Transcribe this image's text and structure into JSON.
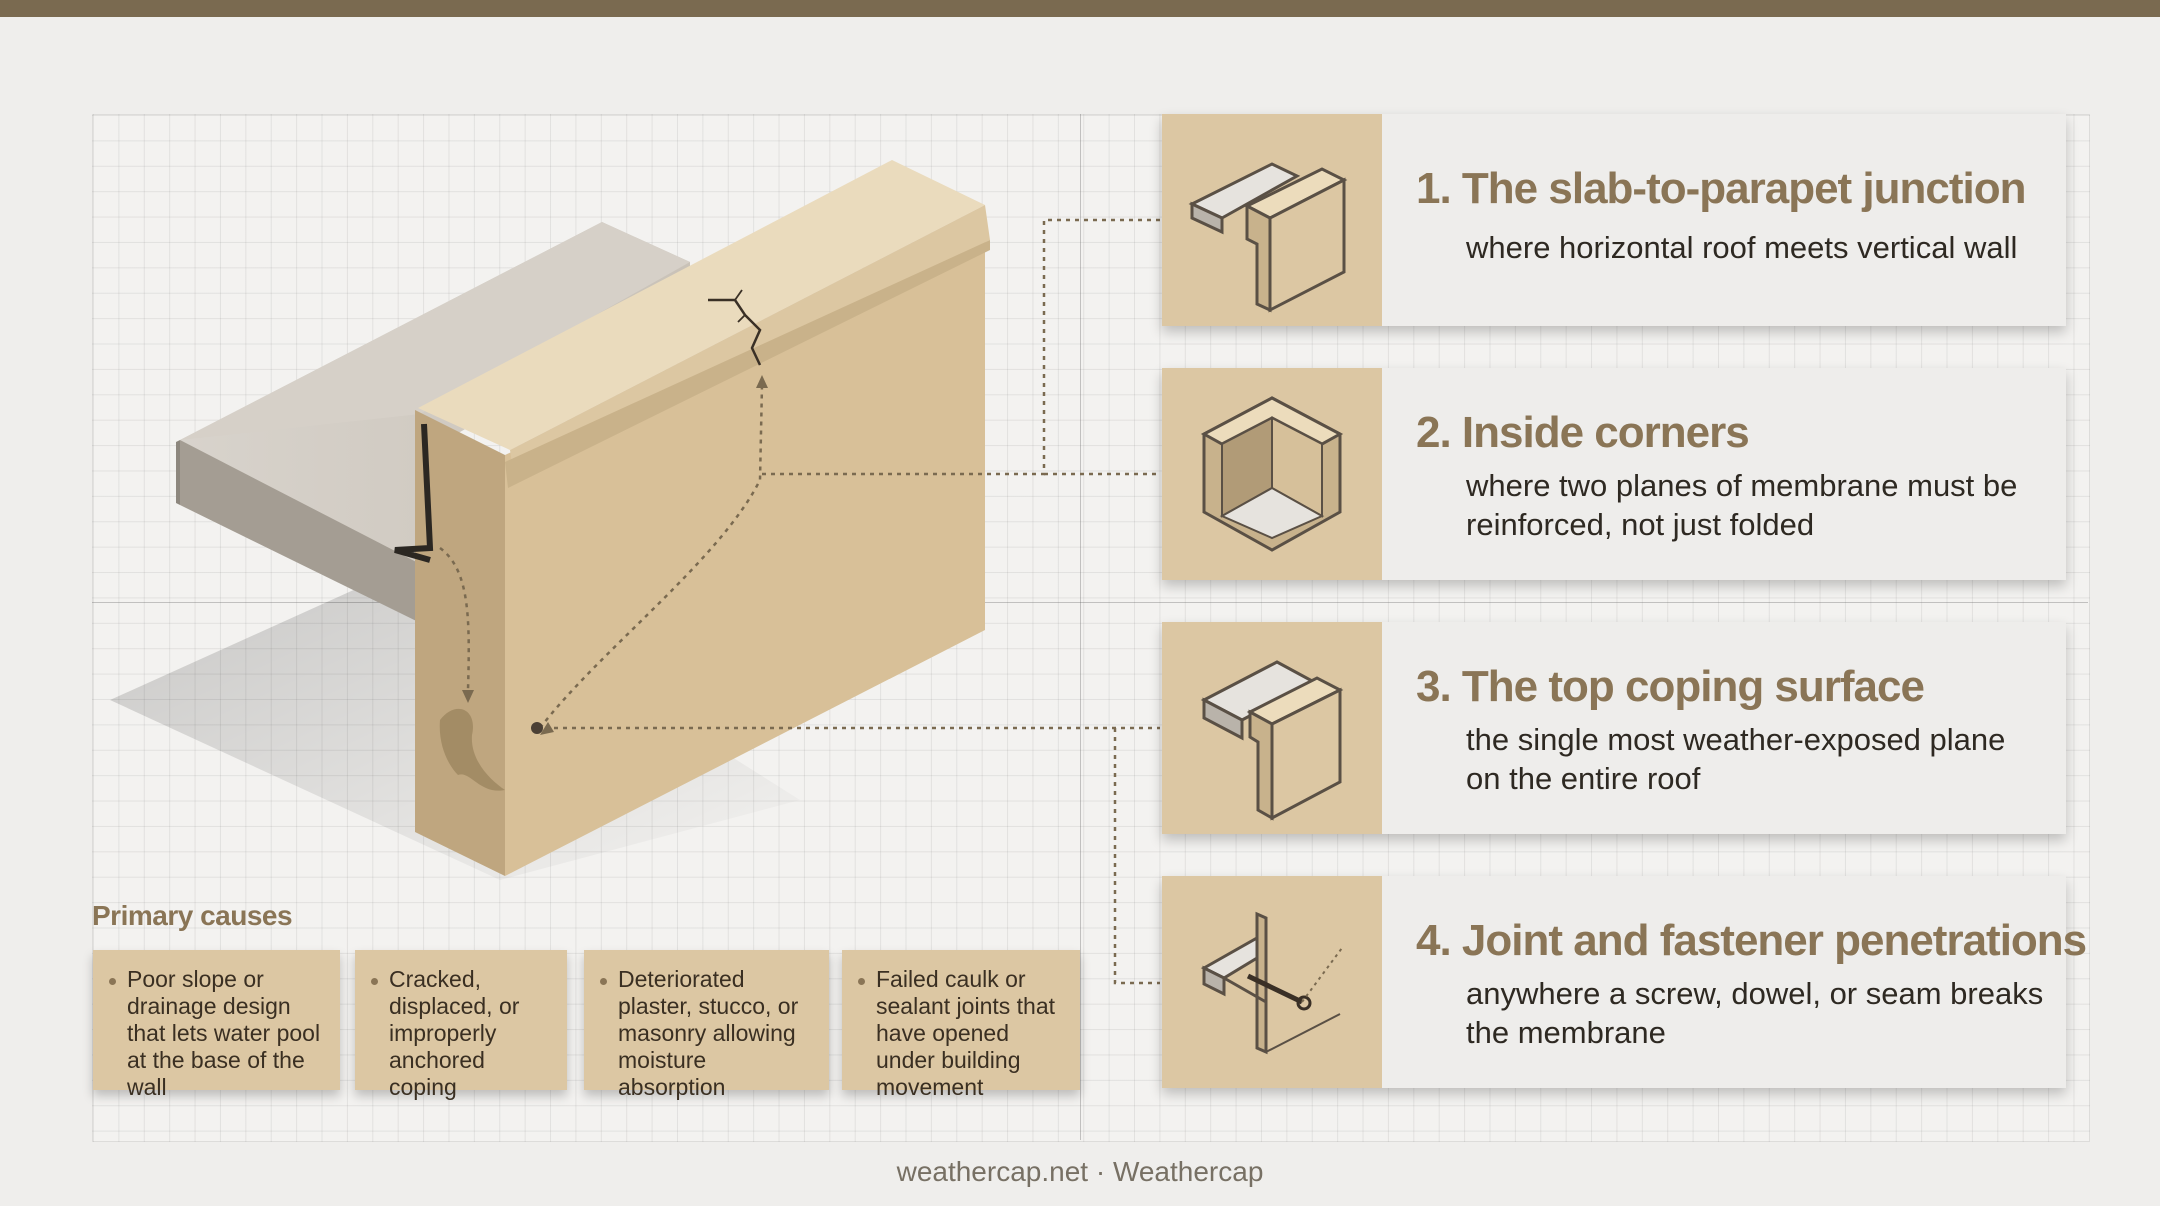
{
  "causes_title": "Primary causes",
  "causes": [
    "Poor slope or drainage design that lets water pool at the base of the wall",
    "Cracked, displaced, or improperly anchored coping",
    "Deteriorated plaster, stucco, or masonry allowing moisture absorption",
    "Failed caulk or sealant joints that have opened under building movement"
  ],
  "cards": [
    {
      "title": "1. The slab-to-parapet junction",
      "desc": "where horizontal roof meets vertical wall",
      "icon": "slab-parapet-junction-icon"
    },
    {
      "title": "2. Inside corners",
      "desc": "where two planes of membrane must be reinforced, not just folded",
      "icon": "inside-corner-icon"
    },
    {
      "title": "3. The top coping surface",
      "desc": "the single most weather-exposed plane on the entire roof",
      "icon": "coping-surface-icon"
    },
    {
      "title": "4. Joint and fastener penetrations",
      "desc": "anywhere a screw, dowel, or seam breaks the membrane",
      "icon": "fastener-penetration-icon"
    }
  ],
  "footer": "weathercap.net · Weathercap",
  "colors": {
    "accent": "#8a7556",
    "tan_panel": "#dcc7a3",
    "top_bar": "#7a6a50",
    "wall": "#d8c098"
  }
}
